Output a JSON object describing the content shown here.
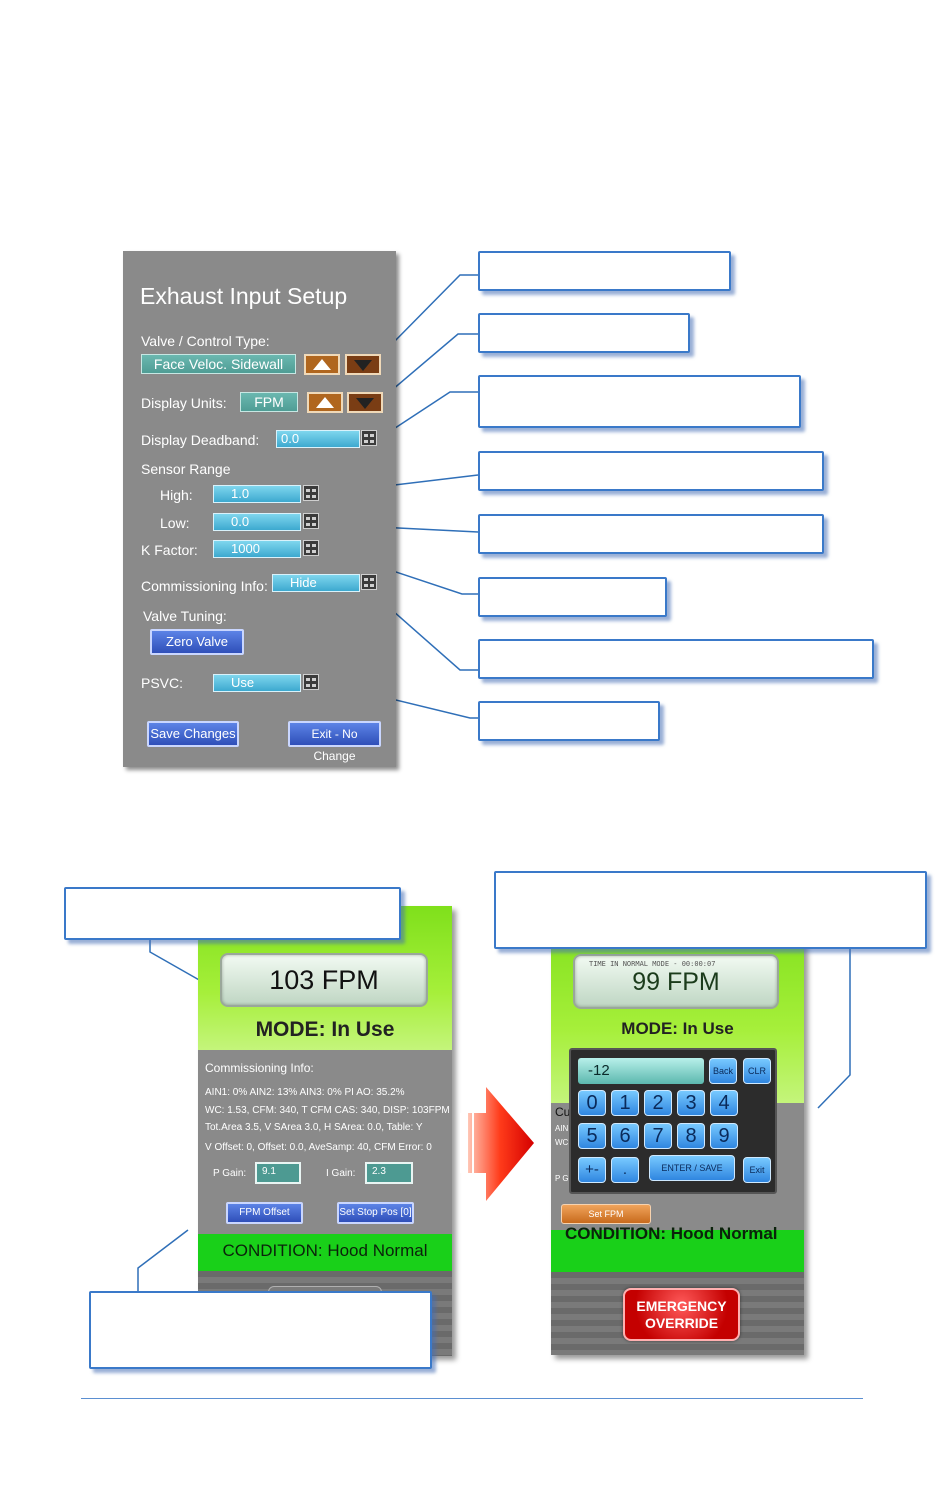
{
  "setup": {
    "title": "Exhaust Input Setup",
    "valve_control_type_label": "Valve / Control Type:",
    "valve_control_type_value": "Face Veloc. Sidewall",
    "display_units_label": "Display Units:",
    "display_units_value": "FPM",
    "display_deadband_label": "Display Deadband:",
    "display_deadband_value": "0.0",
    "sensor_range_label": "Sensor Range",
    "high_label": "High:",
    "high_value": "1.0",
    "low_label": "Low:",
    "low_value": "0.0",
    "k_factor_label": "K Factor:",
    "k_factor_value": "1000",
    "commissioning_label": "Commissioning Info:",
    "commissioning_value": "Hide",
    "valve_tuning_label": "Valve Tuning:",
    "zero_valve_label": "Zero Valve",
    "psvc_label": "PSVC:",
    "psvc_value": "Use",
    "save_label": "Save Changes",
    "exit_label": "Exit - No Change"
  },
  "left_phone": {
    "reading": "103 FPM",
    "mode": "MODE: In Use",
    "commissioning_title": "Commissioning Info:",
    "info_lines": [
      "AIN1: 0%  AIN2: 13%   AIN3: 0%    PI AO: 35.2%",
      "WC: 1.53,  CFM: 340, T CFM CAS: 340, DISP: 103FPM",
      "Tot.Area 3.5, V SArea 3.0, H SArea: 0.0, Table: Y",
      "V Offset: 0, Offset: 0.0, AveSamp: 40, CFM Error: 0"
    ],
    "p_gain_label": "P Gain:",
    "p_gain_value": "9.1",
    "i_gain_label": "I Gain:",
    "i_gain_value": "2.3",
    "fpm_offset_label": "FPM Offset",
    "set_stop_label": "Set Stop Pos [0]",
    "condition": "CONDITION: Hood Normal"
  },
  "right_phone": {
    "time_label": "TIME IN NORMAL MODE - 00:00:07",
    "reading": "99 FPM",
    "mode": "MODE: In Use",
    "keypad_value": "-12",
    "back_label": "Back",
    "clr_label": "CLR",
    "keys_row1": [
      "0",
      "1",
      "2",
      "3",
      "4"
    ],
    "keys_row2": [
      "5",
      "6",
      "7",
      "8",
      "9"
    ],
    "plusminus_label": "+-",
    "dot_label": ".",
    "enter_label": "ENTER / SAVE",
    "exit_label": "Exit",
    "set_fpm_label": "Set FPM",
    "condition_partial": "CONDITION: Hood Normal",
    "emergency_line1": "EMERGENCY",
    "emergency_line2": "OVERRIDE",
    "partial_label_cu": "Cu",
    "partial_label_ain": "AIN",
    "partial_label_wc": "WC:",
    "partial_label_p": "P G"
  },
  "colors": {
    "panel_gray": "#8a8a8a",
    "teal": "#4f9d95",
    "field_blue": "#3da9cf",
    "arrow_orange": "#b0661e",
    "button_blue": "#2f4fb9",
    "lime_header": "#9bea2c",
    "condition_green": "#19d019",
    "callout_border": "#3a79c9",
    "emergency_red": "#c40000"
  }
}
